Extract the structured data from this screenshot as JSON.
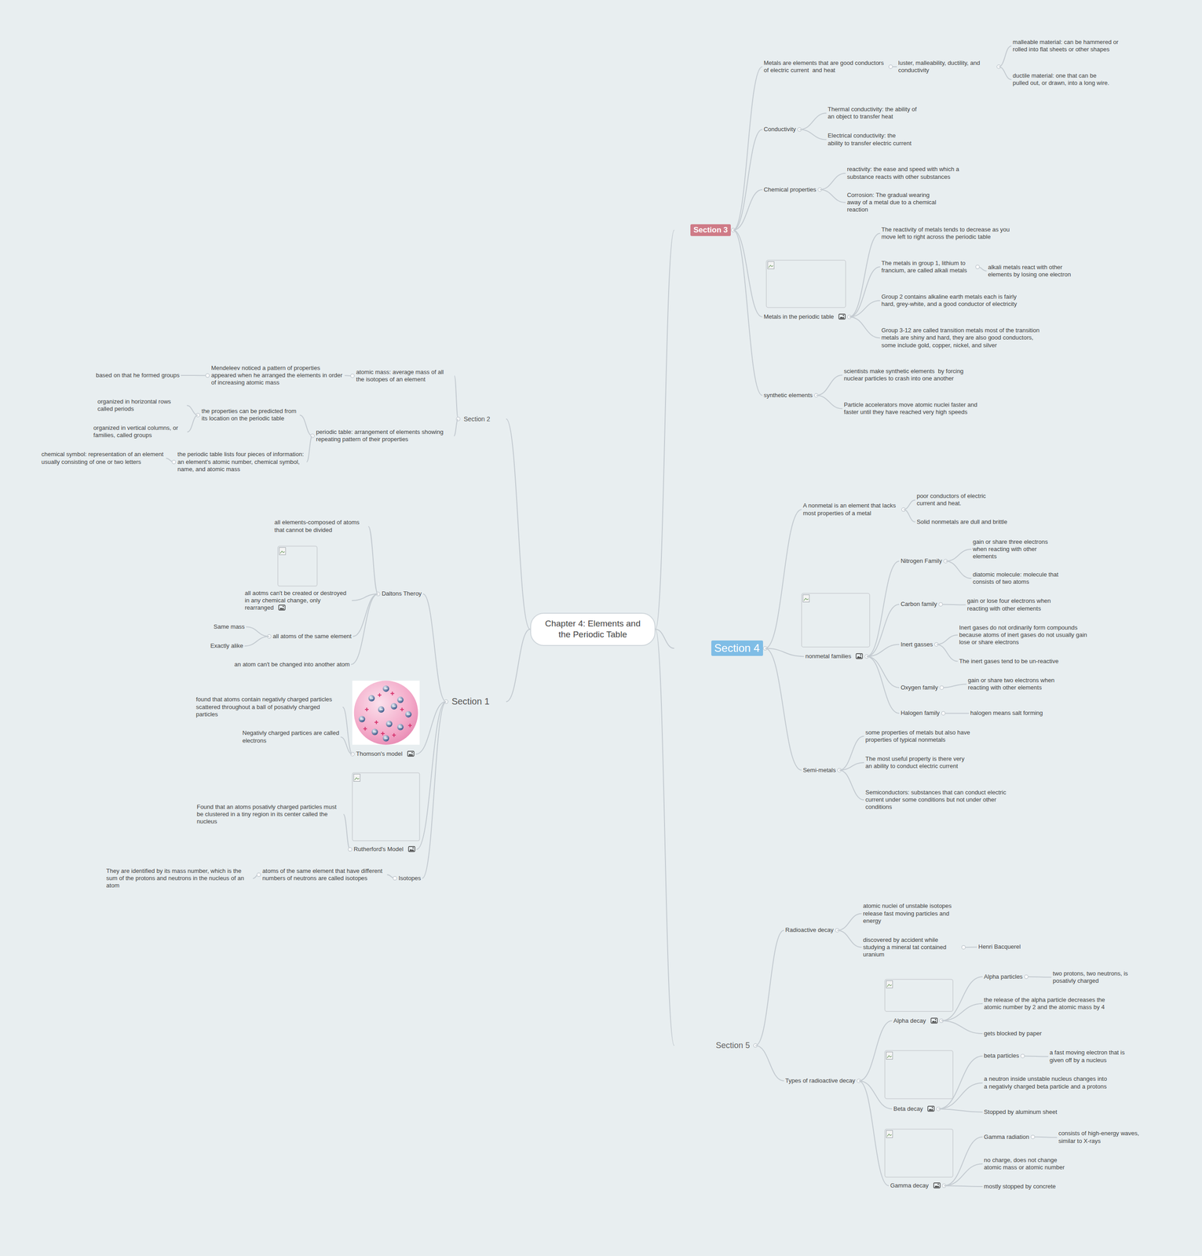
{
  "diagram": {
    "nodes": [
      {
        "text": [
          "Chapter 4: Elements and the Periodic Table"
        ]
      },
      {
        "text": [
          "Section 1"
        ]
      },
      {
        "text": [
          "Daltons Theroy"
        ],
        "in": 1
      },
      {
        "text": [
          "all elements-composed of atoms that cannot be divided"
        ],
        "in": 1
      },
      {
        "text": [
          "all aotms can't be created or destroyed in any chemical change, only rearranged"
        ],
        "in": 1
      },
      {
        "text": [
          "all atoms of the same element"
        ],
        "in": 1
      },
      {
        "text": [
          "Same mass"
        ],
        "in": 1
      },
      {
        "text": [
          "Exactly alike"
        ],
        "in": 1
      },
      {
        "text": [
          "an atom can't be changed into another atom"
        ],
        "in": 1
      },
      {
        "text": [
          "Thomson's model"
        ],
        "in": 1
      },
      {
        "text": [
          "found that atoms contain negativly charged particles scattered throughout a ball of posativly charged particles"
        ],
        "in": 1
      },
      {
        "text": [
          "Negativly charged partices are called electrons"
        ],
        "in": 1
      },
      {
        "text": [
          "Rutherford's Model"
        ],
        "in": 1
      },
      {
        "text": [
          "Found that an atoms posativly charged particles must be clustered in a tiny region in its center called the nucleus"
        ],
        "in": 1
      },
      {
        "text": [
          "Isotopes"
        ],
        "in": 1
      },
      {
        "text": [
          "atoms of the same element that have different numbers of neutrons are called isotopes"
        ],
        "in": 1
      },
      {
        "text": [
          "They are identified by its mass number, which is the sum of the protons and neutrons in the nucleus of an atom"
        ],
        "in": 1
      },
      {
        "text": [
          "Section 2"
        ]
      },
      {
        "text": [
          "atomic mass: average mass of all the isotopes of an element"
        ],
        "in": 17
      },
      {
        "text": [
          "Mendeleev noticed a pattern of properties appeared when he arranged the elements in order of increasing atomic mass"
        ],
        "in": 17
      },
      {
        "text": [
          "based on that he formed groups"
        ],
        "in": 17
      },
      {
        "text": [
          "periodic table: arrangement of elements showing repeating pattern of their properties"
        ],
        "in": 17
      },
      {
        "text": [
          "the properties can be predicted from its location on the periodic table"
        ],
        "in": 17
      },
      {
        "text": [
          "organized in horizontal rows called periods"
        ],
        "in": 17
      },
      {
        "text": [
          "organized in vertical columns, or families, called groups"
        ],
        "in": 17
      },
      {
        "text": [
          "the periodic table lists four pieces of information: an element's atomic number, chemical symbol, name, and atomic mass"
        ],
        "in": 17
      },
      {
        "text": [
          "chemical symbol: representation of an element usually consisting of one or two letters"
        ],
        "in": 17
      },
      {
        "text": [
          "Section 3"
        ]
      },
      {
        "text": [
          "Metals are elements that are good conductors of electric current  and heat"
        ],
        "in": 27
      },
      {
        "text": [
          "luster, malleability, ductility, and conductivity"
        ],
        "in": 27
      },
      {
        "text": [
          "malleable material: can be hammered or rolled into flat sheets or other shapes"
        ],
        "in": 27
      },
      {
        "text": [
          "ductile material: one that can be pulled out, or drawn, into a long wire."
        ],
        "in": 27
      },
      {
        "text": [
          "Conductivity"
        ],
        "in": 27
      },
      {
        "text": [
          "Thermal conductivity: the ability of an object to transfer heat"
        ],
        "in": 27
      },
      {
        "text": [
          "Electrical conductivity: the ability to transfer electric current"
        ],
        "in": 27
      },
      {
        "text": [
          "Chemical properties"
        ],
        "in": 27
      },
      {
        "text": [
          "reactivity: the ease and speed with which a substance reacts with other substances"
        ],
        "in": 27
      },
      {
        "text": [
          "Corrosion: The gradual wearing away of a metal due to a chemical reaction"
        ],
        "in": 27
      },
      {
        "text": [
          "Metals in the periodic table"
        ],
        "in": 27
      },
      {
        "text": [
          "The reactivity of metals tends to decrease as you move left to right across the periodic table"
        ],
        "in": 27
      },
      {
        "text": [
          "The metals in group 1, lithium to francium, are called alkali metals"
        ],
        "in": 27
      },
      {
        "text": [
          "alkali metals react with other elements by losing one electron"
        ],
        "in": 27
      },
      {
        "text": [
          "Group 2 contains alkaline earth metals each is fairly hard, grey-white, and a good conductor of electricity"
        ],
        "in": 27
      },
      {
        "text": [
          "Group 3-12 are called transition metals most of the transition metals are shiny and hard, they are also good conductors, some include gold, copper, nickel, and silver"
        ],
        "in": 27
      },
      {
        "text": [
          "synthetic elements"
        ],
        "in": 27
      },
      {
        "text": [
          "scientists make synthetic elements  by forcing nuclear particles to crash into one another"
        ],
        "in": 27
      },
      {
        "text": [
          "Particle accelerators move atomic nuclei faster and faster until they have reached very high speeds"
        ],
        "in": 27
      },
      {
        "text": [
          "Section 4"
        ]
      },
      {
        "text": [
          "A nonmetal is an element that lacks most properties of a metal"
        ],
        "in": 47
      },
      {
        "text": [
          "poor conductors of electric current and heat."
        ],
        "in": 47
      },
      {
        "text": [
          "Solid nonmetals are dull and brittle"
        ],
        "in": 47
      },
      {
        "text": [
          "nonmetal families"
        ],
        "in": 47
      },
      {
        "text": [
          "Nitrogen Family"
        ],
        "in": 47
      },
      {
        "text": [
          "gain or share three electrons when reacting with other elements"
        ],
        "in": 47
      },
      {
        "text": [
          "diatomic molecule: molecule that consists of two atoms"
        ],
        "in": 47
      },
      {
        "text": [
          "Carbon family"
        ],
        "in": 47
      },
      {
        "text": [
          "gain or lose four electrons when reacting with other elements"
        ],
        "in": 47
      },
      {
        "text": [
          "Inert gasses"
        ],
        "in": 47
      },
      {
        "text": [
          "Inert gases do not ordinarily form compounds because atoms of inert gases do not usually gain lose or share electrons"
        ],
        "in": 47
      },
      {
        "text": [
          "The inert gases tend to be un-reactive"
        ],
        "in": 47
      },
      {
        "text": [
          "Oxygen family"
        ],
        "in": 47
      },
      {
        "text": [
          "gain or share two electrons when reacting with other elements"
        ],
        "in": 47
      },
      {
        "text": [
          "Halogen family"
        ],
        "in": 47
      },
      {
        "text": [
          "halogen means salt forming"
        ],
        "in": 47
      },
      {
        "text": [
          "Semi-metals"
        ],
        "in": 47
      },
      {
        "text": [
          "some properties of metals but also have properties of typical nonmetals"
        ],
        "in": 47
      },
      {
        "text": [
          "The most useful property is there very an ability to conduct electric current"
        ],
        "in": 47
      },
      {
        "text": [
          "Semiconductors: substances that can conduct electric current under some conditions but not under other conditions"
        ],
        "in": 47
      },
      {
        "text": [
          "Section 5"
        ]
      },
      {
        "text": [
          "Radioactive decay"
        ],
        "in": 68
      },
      {
        "text": [
          "atomic nuclei of unstable isotopes release fast moving particles and energy"
        ],
        "in": 68
      },
      {
        "text": [
          "discovered by accident while studying a mineral tat contained uranium"
        ],
        "in": 68
      },
      {
        "text": [
          "Henri Bacquerel"
        ],
        "in": 68
      },
      {
        "text": [
          "Types of radioactive decay"
        ],
        "in": 68
      },
      {
        "text": [
          "Alpha decay"
        ],
        "in": 68
      },
      {
        "text": [
          "Alpha particles"
        ],
        "in": 68
      },
      {
        "text": [
          "two protons, two neutrons, is posativly charged"
        ],
        "in": 68
      },
      {
        "text": [
          "the release of the alpha particle decreases the atomic number by 2 and the atomic mass by 4"
        ],
        "in": 68
      },
      {
        "text": [
          "gets blocked by paper"
        ],
        "in": 68
      },
      {
        "text": [
          "Beta decay"
        ],
        "in": 68
      },
      {
        "text": [
          "beta particles"
        ],
        "in": 68
      },
      {
        "text": [
          "a fast moving electron that is given off by a nucleus"
        ],
        "in": 68
      },
      {
        "text": [
          "a neutron inside unstable nucleus changes into a negativly charged beta particle and a protons"
        ],
        "in": 68
      },
      {
        "text": [
          "Stopped by aluminum sheet"
        ],
        "in": 68
      },
      {
        "text": [
          "Gamma decay"
        ],
        "in": 68
      },
      {
        "text": [
          "Gamma radiation"
        ],
        "in": 68
      },
      {
        "text": [
          "consists of high-energy waves, similar to X-rays"
        ],
        "in": 68
      },
      {
        "text": [
          "no charge, does not change atomic mass or atomic number"
        ],
        "in": 68
      },
      {
        "text": [
          "mostly stopped by concrete"
        ],
        "in": 68
      }
    ],
    "edges": [
      {
        "from": 0,
        "to": 1,
        "arrow": "none"
      },
      {
        "from": 0,
        "to": 17,
        "arrow": "none"
      },
      {
        "from": 0,
        "to": 27,
        "arrow": "none"
      },
      {
        "from": 0,
        "to": 47,
        "arrow": "none"
      },
      {
        "from": 0,
        "to": 68,
        "arrow": "none"
      },
      {
        "from": 1,
        "to": 2,
        "arrow": "none"
      },
      {
        "from": 2,
        "to": 3,
        "arrow": "none"
      },
      {
        "from": 2,
        "to": 4,
        "arrow": "none"
      },
      {
        "from": 2,
        "to": 5,
        "arrow": "none"
      },
      {
        "from": 5,
        "to": 6,
        "arrow": "none"
      },
      {
        "from": 5,
        "to": 7,
        "arrow": "none"
      },
      {
        "from": 2,
        "to": 8,
        "arrow": "none"
      },
      {
        "from": 1,
        "to": 9,
        "arrow": "none"
      },
      {
        "from": 9,
        "to": 10,
        "arrow": "none"
      },
      {
        "from": 9,
        "to": 11,
        "arrow": "none"
      },
      {
        "from": 1,
        "to": 12,
        "arrow": "none"
      },
      {
        "from": 12,
        "to": 13,
        "arrow": "none"
      },
      {
        "from": 1,
        "to": 14,
        "arrow": "none"
      },
      {
        "from": 14,
        "to": 15,
        "arrow": "none"
      },
      {
        "from": 15,
        "to": 16,
        "arrow": "none"
      },
      {
        "from": 17,
        "to": 18,
        "arrow": "none"
      },
      {
        "from": 18,
        "to": 19,
        "arrow": "none"
      },
      {
        "from": 19,
        "to": 20,
        "arrow": "none"
      },
      {
        "from": 17,
        "to": 21,
        "arrow": "none"
      },
      {
        "from": 21,
        "to": 22,
        "arrow": "none"
      },
      {
        "from": 22,
        "to": 23,
        "arrow": "none"
      },
      {
        "from": 22,
        "to": 24,
        "arrow": "none"
      },
      {
        "from": 21,
        "to": 25,
        "arrow": "none"
      },
      {
        "from": 25,
        "to": 26,
        "arrow": "none"
      },
      {
        "from": 27,
        "to": 28,
        "arrow": "none"
      },
      {
        "from": 28,
        "to": 29,
        "arrow": "none"
      },
      {
        "from": 29,
        "to": 30,
        "arrow": "none"
      },
      {
        "from": 29,
        "to": 31,
        "arrow": "none"
      },
      {
        "from": 27,
        "to": 32,
        "arrow": "none"
      },
      {
        "from": 32,
        "to": 33,
        "arrow": "none"
      },
      {
        "from": 32,
        "to": 34,
        "arrow": "none"
      },
      {
        "from": 27,
        "to": 35,
        "arrow": "none"
      },
      {
        "from": 35,
        "to": 36,
        "arrow": "none"
      },
      {
        "from": 35,
        "to": 37,
        "arrow": "none"
      },
      {
        "from": 27,
        "to": 38,
        "arrow": "none"
      },
      {
        "from": 38,
        "to": 39,
        "arrow": "none"
      },
      {
        "from": 38,
        "to": 40,
        "arrow": "none"
      },
      {
        "from": 40,
        "to": 41,
        "arrow": "none"
      },
      {
        "from": 38,
        "to": 42,
        "arrow": "none"
      },
      {
        "from": 38,
        "to": 43,
        "arrow": "none"
      },
      {
        "from": 27,
        "to": 44,
        "arrow": "none"
      },
      {
        "from": 44,
        "to": 45,
        "arrow": "none"
      },
      {
        "from": 44,
        "to": 46,
        "arrow": "none"
      },
      {
        "from": 47,
        "to": 48,
        "arrow": "none"
      },
      {
        "from": 48,
        "to": 49,
        "arrow": "none"
      },
      {
        "from": 48,
        "to": 50,
        "arrow": "none"
      },
      {
        "from": 47,
        "to": 51,
        "arrow": "none"
      },
      {
        "from": 51,
        "to": 52,
        "arrow": "none"
      },
      {
        "from": 52,
        "to": 53,
        "arrow": "none"
      },
      {
        "from": 52,
        "to": 54,
        "arrow": "none"
      },
      {
        "from": 51,
        "to": 55,
        "arrow": "none"
      },
      {
        "from": 55,
        "to": 56,
        "arrow": "none"
      },
      {
        "from": 51,
        "to": 57,
        "arrow": "none"
      },
      {
        "from": 57,
        "to": 58,
        "arrow": "none"
      },
      {
        "from": 57,
        "to": 59,
        "arrow": "none"
      },
      {
        "from": 51,
        "to": 60,
        "arrow": "none"
      },
      {
        "from": 60,
        "to": 61,
        "arrow": "none"
      },
      {
        "from": 51,
        "to": 62,
        "arrow": "none"
      },
      {
        "from": 62,
        "to": 63,
        "arrow": "none"
      },
      {
        "from": 47,
        "to": 64,
        "arrow": "none"
      },
      {
        "from": 64,
        "to": 65,
        "arrow": "none"
      },
      {
        "from": 64,
        "to": 66,
        "arrow": "none"
      },
      {
        "from": 64,
        "to": 67,
        "arrow": "none"
      },
      {
        "from": 68,
        "to": 69,
        "arrow": "none"
      },
      {
        "from": 69,
        "to": 70,
        "arrow": "none"
      },
      {
        "from": 69,
        "to": 71,
        "arrow": "none"
      },
      {
        "from": 71,
        "to": 72,
        "arrow": "none"
      },
      {
        "from": 68,
        "to": 73,
        "arrow": "none"
      },
      {
        "from": 73,
        "to": 74,
        "arrow": "none"
      },
      {
        "from": 74,
        "to": 75,
        "arrow": "none"
      },
      {
        "from": 75,
        "to": 76,
        "arrow": "none"
      },
      {
        "from": 74,
        "to": 77,
        "arrow": "none"
      },
      {
        "from": 74,
        "to": 78,
        "arrow": "none"
      },
      {
        "from": 73,
        "to": 79,
        "arrow": "none"
      },
      {
        "from": 79,
        "to": 80,
        "arrow": "none"
      },
      {
        "from": 80,
        "to": 81,
        "arrow": "none"
      },
      {
        "from": 79,
        "to": 82,
        "arrow": "none"
      },
      {
        "from": 79,
        "to": 83,
        "arrow": "none"
      },
      {
        "from": 73,
        "to": 84,
        "arrow": "none"
      },
      {
        "from": 84,
        "to": 85,
        "arrow": "none"
      },
      {
        "from": 85,
        "to": 86,
        "arrow": "none"
      },
      {
        "from": 84,
        "to": 87,
        "arrow": "none"
      },
      {
        "from": 84,
        "to": 88,
        "arrow": "none"
      }
    ]
  }
}
